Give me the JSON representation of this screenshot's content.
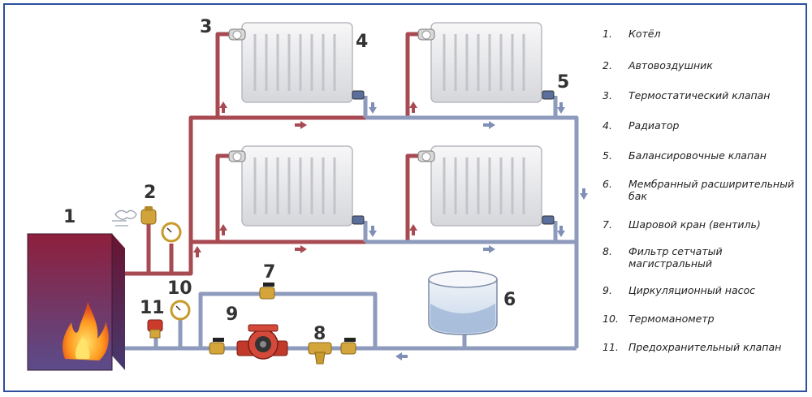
{
  "numbers": {
    "n1": "1",
    "n2": "2",
    "n3": "3",
    "n4": "4",
    "n5": "5",
    "n6": "6",
    "n7": "7",
    "n8": "8",
    "n9": "9",
    "n10": "10",
    "n11": "11"
  },
  "legend": [
    {
      "num": "1.",
      "text": "Котёл"
    },
    {
      "num": "2.",
      "text": "Автовоздушник"
    },
    {
      "num": "3.",
      "text": "Термостатический клапан"
    },
    {
      "num": "4.",
      "text": "Радиатор"
    },
    {
      "num": "5.",
      "text": "Балансировочные клапан"
    },
    {
      "num": "6.",
      "text": "Мембранный расширительный бак"
    },
    {
      "num": "7.",
      "text": "Шаровой кран (вентиль)"
    },
    {
      "num": "8.",
      "text": "Фильтр сетчатый магистральный"
    },
    {
      "num": "9.",
      "text": "Циркуляционный насос"
    },
    {
      "num": "10.",
      "text": "Термоманометр"
    },
    {
      "num": "11.",
      "text": "Предохранительный клапан"
    }
  ],
  "colors": {
    "frame": "#2d4f9e",
    "supply_pipe": "#a84a52",
    "return_pipe": "#8e9bbd",
    "boiler": "#7a1f35",
    "radiator": "#e8e8ea",
    "brass": "#c9a53a"
  },
  "icons": [
    "fire-icon",
    "air-puff-icon",
    "flow-arrow-icon"
  ]
}
